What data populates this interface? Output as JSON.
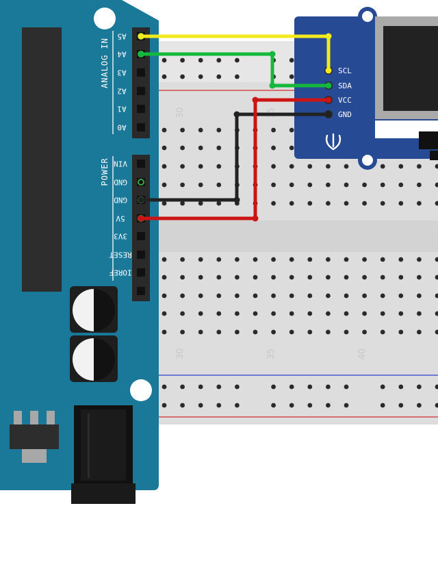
{
  "arduino": {
    "analog_section": "ANALOG IN",
    "power_section": "POWER",
    "analog_pins": [
      "A5",
      "A4",
      "A3",
      "A2",
      "A1",
      "A0"
    ],
    "power_pins": [
      "VIN",
      "GND",
      "GND",
      "5V",
      "3V3",
      "RESET",
      "IOREF"
    ]
  },
  "breadboard": {
    "column_numbers": [
      "30",
      "35",
      "40"
    ]
  },
  "oled": {
    "pins": [
      "SCL",
      "SDA",
      "VCC",
      "GND"
    ]
  },
  "wire_colors": {
    "scl": "#f3ea1d",
    "sda": "#14b83a",
    "vcc": "#cc1414",
    "gnd": "#222222"
  }
}
